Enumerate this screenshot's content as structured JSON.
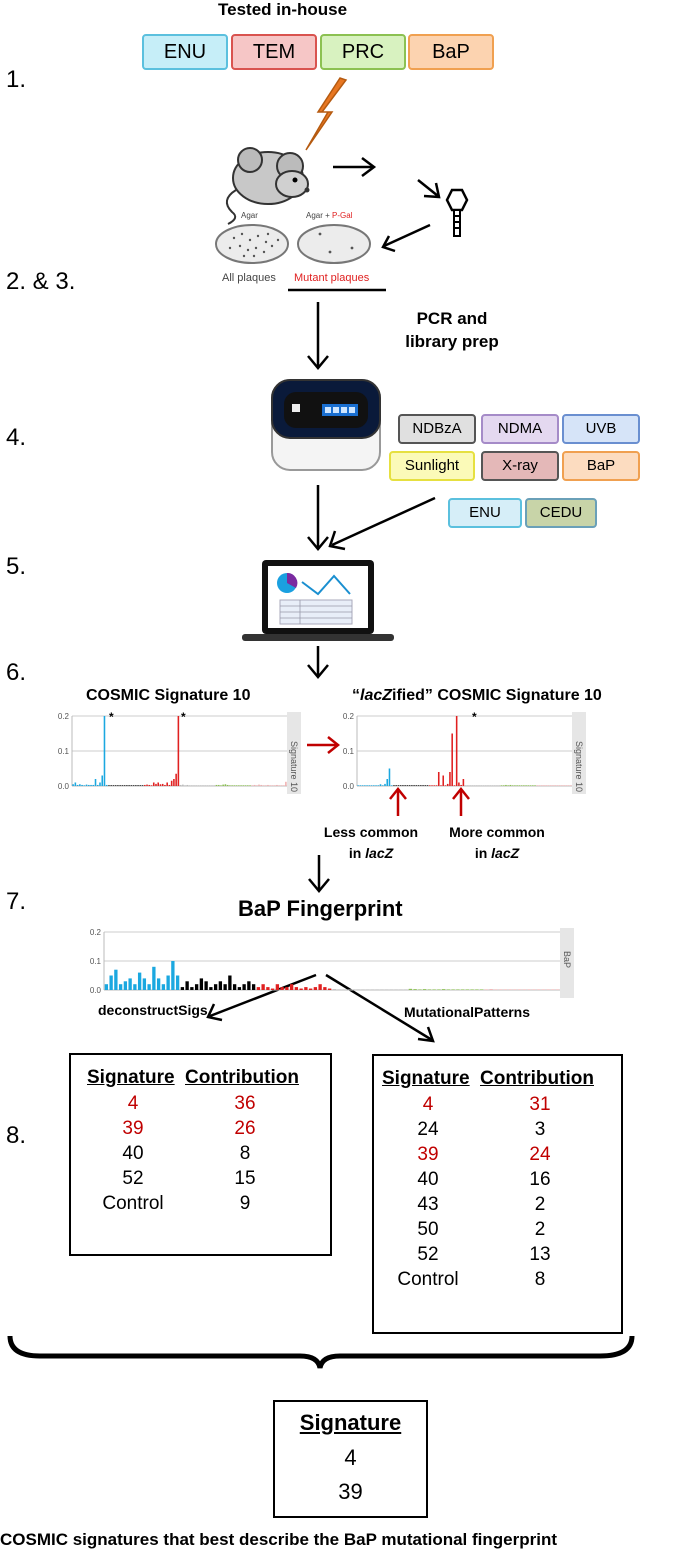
{
  "steps": [
    "1.",
    "2. & 3.",
    "4.",
    "5.",
    "6.",
    "7.",
    "8."
  ],
  "header": {
    "tested": "Tested in-house"
  },
  "inhouse_tags": [
    {
      "label": "ENU",
      "bg": "#c6eef8",
      "border": "#5bc0de"
    },
    {
      "label": "TEM",
      "bg": "#f6c6c6",
      "border": "#d9534f"
    },
    {
      "label": "PRC",
      "bg": "#d8f2c0",
      "border": "#8cc152"
    },
    {
      "label": "BaP",
      "bg": "#fcd3b0",
      "border": "#f0a050"
    }
  ],
  "plates": {
    "agar": "Agar",
    "agar_pgal_prefix": "Agar + ",
    "agar_pgal_suffix": "P-Gal",
    "all": "All plaques",
    "mutant": "Mutant plaques"
  },
  "pcr_text": [
    "PCR and",
    "library prep"
  ],
  "public_tags": [
    {
      "label": "NDBzA",
      "bg": "#e0e0e0",
      "border": "#555555"
    },
    {
      "label": "NDMA",
      "bg": "#e4d8f0",
      "border": "#a58bc8"
    },
    {
      "label": "UVB",
      "bg": "#d6e4f8",
      "border": "#6a8fd0"
    },
    {
      "label": "Sunlight",
      "bg": "#fbfab8",
      "border": "#e6e040"
    },
    {
      "label": "X-ray",
      "bg": "#e4b8b8",
      "border": "#555555"
    },
    {
      "label": "BaP",
      "bg": "#fcdcc0",
      "border": "#f0a050"
    },
    {
      "label": "ENU",
      "bg": "#d6eef8",
      "border": "#5bc0de"
    },
    {
      "label": "CEDU",
      "bg": "#c8d4a8",
      "border": "#6aa0b8"
    }
  ],
  "panel6": {
    "left_title": "COSMIC Signature 10",
    "right_title_prefix": "“",
    "right_title_italic": "lacZ",
    "right_title_suffix": "ified” COSMIC Signature 10",
    "side_label": "Signature 10",
    "yticks": [
      "0.2",
      "0.1",
      "0.0"
    ],
    "less_common": [
      "Less common",
      "in "
    ],
    "more_common": [
      "More common",
      "in "
    ],
    "lacz": "lacZ"
  },
  "panel7": {
    "title": "BaP Fingerprint",
    "side_label": "BaP",
    "yticks": [
      "0.2",
      "0.1",
      "0.0"
    ]
  },
  "methods": {
    "left": "deconstructSigs",
    "right": "MutationalPatterns"
  },
  "table_left": {
    "headers": [
      "Signature",
      "Contribution"
    ],
    "rows": [
      {
        "sig": "4",
        "val": "36",
        "highlight": true
      },
      {
        "sig": "39",
        "val": "26",
        "highlight": true
      },
      {
        "sig": "40",
        "val": "8",
        "highlight": false
      },
      {
        "sig": "52",
        "val": "15",
        "highlight": false
      },
      {
        "sig": "Control",
        "val": "9",
        "highlight": false
      }
    ]
  },
  "table_right": {
    "headers": [
      "Signature",
      "Contribution"
    ],
    "rows": [
      {
        "sig": "4",
        "val": "31",
        "highlight": true
      },
      {
        "sig": "24",
        "val": "3",
        "highlight": false
      },
      {
        "sig": "39",
        "val": "24",
        "highlight": true
      },
      {
        "sig": "40",
        "val": "16",
        "highlight": false
      },
      {
        "sig": "43",
        "val": "2",
        "highlight": false
      },
      {
        "sig": "50",
        "val": "2",
        "highlight": false
      },
      {
        "sig": "52",
        "val": "13",
        "highlight": false
      },
      {
        "sig": "Control",
        "val": "8",
        "highlight": false
      }
    ]
  },
  "final_box": {
    "header": "Signature",
    "rows": [
      "4",
      "39"
    ]
  },
  "caption": "COSMIC signatures that best describe the BaP mutational fingerprint",
  "colors": {
    "accent_red": "#c00000",
    "c_to_a": "#1ba8e0",
    "c_to_g": "#000000",
    "c_to_t": "#e02020",
    "t_to_a": "#bbbbbb",
    "t_to_c": "#8cc152",
    "t_to_g": "#f0b0b0"
  }
}
